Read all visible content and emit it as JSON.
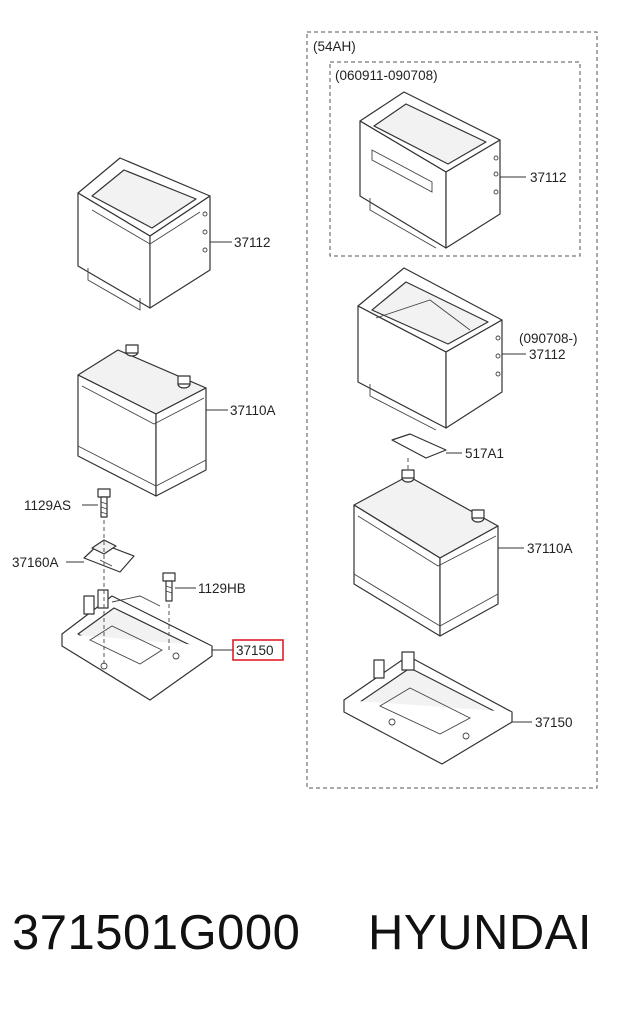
{
  "diagram": {
    "group_label": "(54AH)",
    "subgroup_label": "(060911-090708)",
    "variant_label": "(090708-)",
    "parts": {
      "tray_left": "37112",
      "battery_left": "37110A",
      "bolt_as": "1129AS",
      "clamp": "37160A",
      "bolt_hb": "1129HB",
      "tray_base_left": "37150",
      "tray_right_old": "37112",
      "tray_right_new": "37112",
      "label_sticker": "517A1",
      "battery_right": "37110A",
      "tray_base_right": "37150"
    },
    "highlight_color": "#e0202a"
  },
  "footer": {
    "part_number": "371501G000",
    "brand": "HYUNDAI"
  }
}
